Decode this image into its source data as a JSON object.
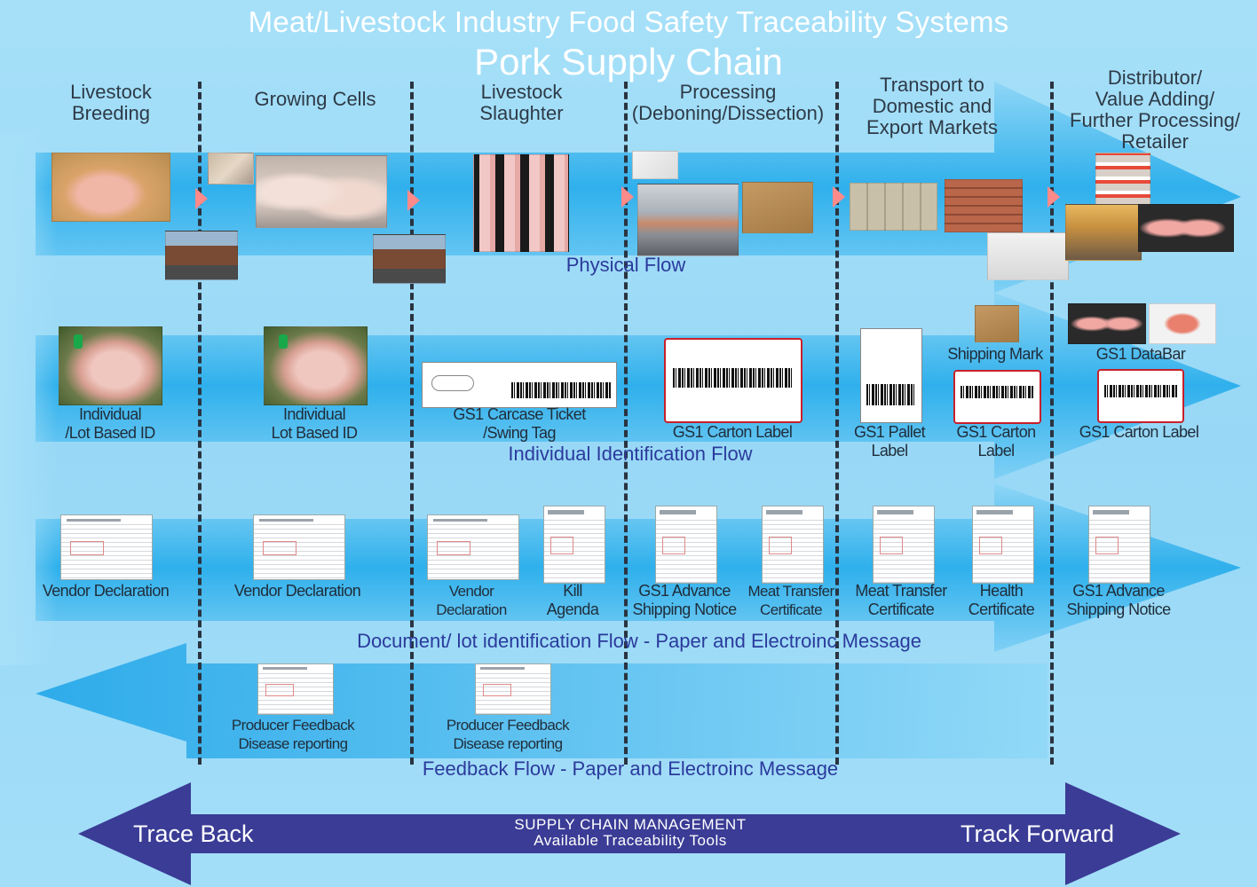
{
  "title": "Meat/Livestock Industry Food Safety Traceability Systems",
  "subtitle": "Pork Supply Chain",
  "stages": [
    "Livestock\nBreeding",
    "Growing Cells",
    "Livestock\nSlaughter",
    "Processing\n(Deboning/Dissection)",
    "Transport to\nDomestic and\nExport Markets",
    "Distributor/\nValue Adding/\nFurther Processing/\nRetailer"
  ],
  "flows": {
    "physical": "Physical Flow",
    "identification": "Individual Identification Flow",
    "document": "Document/ lot identification Flow - Paper and Electroinc Message",
    "feedback": "Feedback Flow - Paper and Electroinc Message"
  },
  "id_labels": {
    "id1": "Individual\n/Lot Based ID",
    "id2": "Individual\nLot Based ID",
    "carcase": "GS1 Carcase Ticket\n/Swing Tag",
    "carton1": "GS1 Carton Label",
    "pallet": "GS1 Pallet Label",
    "carton2": "GS1 Carton Label",
    "shipping_mark": "Shipping Mark",
    "databar": "GS1 DataBar",
    "carton3": "GS1 Carton Label"
  },
  "doc_labels": {
    "vd1": "Vendor Declaration",
    "vd2": "Vendor Declaration",
    "vd3": "Vendor Declaration",
    "kill": "Kill\nAgenda",
    "asn1": "GS1 Advance\nShipping Notice",
    "mtc1": "Meat Transfer\nCertificate",
    "mtc2": "Meat Transfer\nCertificate",
    "health": "Health\nCertificate",
    "asn2": "GS1 Advance\nShipping Notice"
  },
  "feedback_labels": {
    "fb1": "Producer Feedback\nDisease reporting",
    "fb2": "Producer Feedback\nDisease reporting"
  },
  "bottom": {
    "left": "Trace Back",
    "right": "Track Forward",
    "center_line1": "SUPPLY CHAIN MANAGEMENT",
    "center_line2": "Available Traceability Tools"
  },
  "colors": {
    "flow_arrow": "#1fa7e6",
    "bottom_arrow": "#3b3d97",
    "flow_text": "#2b3a9c",
    "divider": "#2a3440"
  }
}
